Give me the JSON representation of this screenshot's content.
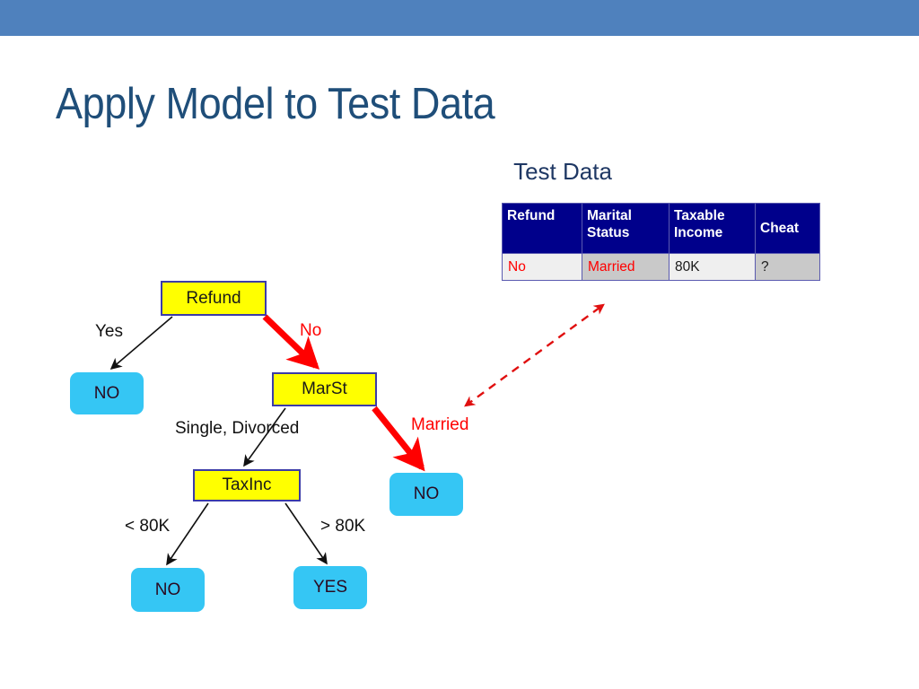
{
  "slide": {
    "title": "Apply Model to Test Data",
    "banner_color": "#4F81BD",
    "title_color": "#1F4E79"
  },
  "test_data": {
    "caption": "Test Data",
    "columns": [
      "Refund",
      "Marital Status",
      "Taxable Income",
      "Cheat"
    ],
    "rows": [
      {
        "refund": "No",
        "marital_status": "Married",
        "taxable_income": "80K",
        "cheat": "?"
      }
    ],
    "header_bg": "#00008B",
    "header_fg": "#FFFFFF",
    "highlight_color": "#FF0000"
  },
  "tree": {
    "nodes": [
      {
        "id": "refund",
        "label": "Refund",
        "type": "internal"
      },
      {
        "id": "marst",
        "label": "MarSt",
        "type": "internal"
      },
      {
        "id": "taxinc",
        "label": "TaxInc",
        "type": "internal"
      },
      {
        "id": "leaf_no_yes",
        "label": "NO",
        "type": "leaf"
      },
      {
        "id": "leaf_no_married",
        "label": "NO",
        "type": "leaf"
      },
      {
        "id": "leaf_no_lt80k",
        "label": "NO",
        "type": "leaf"
      },
      {
        "id": "leaf_yes_gt80k",
        "label": "YES",
        "type": "leaf"
      }
    ],
    "edge_labels": {
      "yes": "Yes",
      "no": "No",
      "single_divorced": "Single, Divorced",
      "married": "Married",
      "lt_80k": "< 80K",
      "gt_80k": "> 80K"
    },
    "node_fill": "#FFFF00",
    "node_border": "#3B3BA8",
    "leaf_fill": "#35C6F4",
    "active_path_color": "#FF0000"
  }
}
